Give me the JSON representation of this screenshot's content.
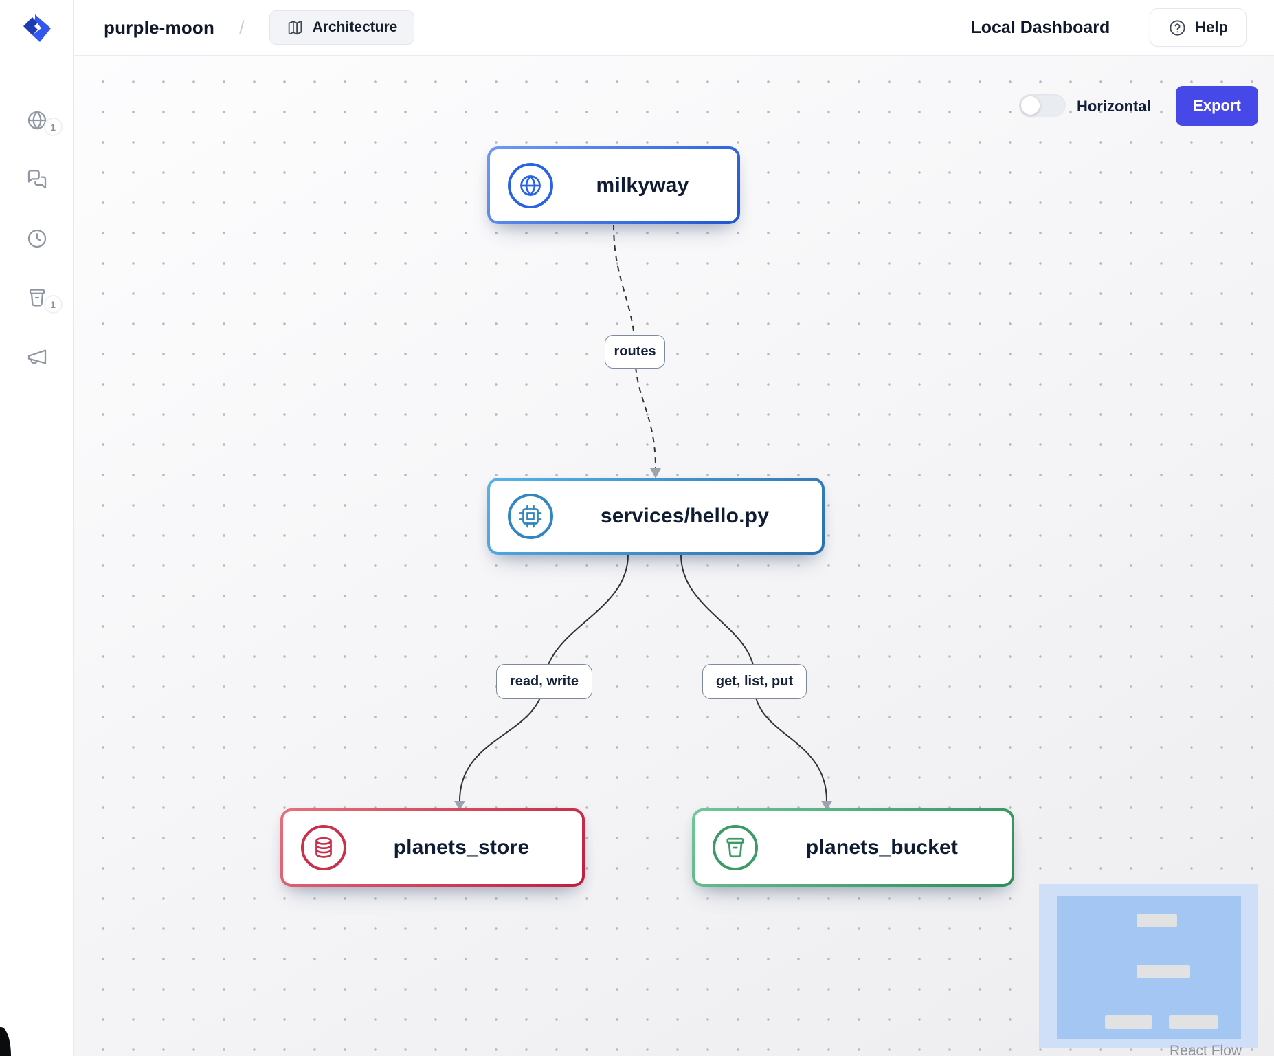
{
  "header": {
    "project_name": "purple-moon",
    "separator": "/",
    "architecture_label": "Architecture",
    "dashboard_title": "Local Dashboard",
    "help_label": "Help"
  },
  "sidebar": {
    "items": [
      {
        "icon": "globe-icon",
        "badge": "1"
      },
      {
        "icon": "chat-icon",
        "badge": ""
      },
      {
        "icon": "clock-icon",
        "badge": ""
      },
      {
        "icon": "bucket-icon",
        "badge": "1"
      },
      {
        "icon": "megaphone-icon",
        "badge": ""
      }
    ]
  },
  "controls": {
    "horizontal_label": "Horizontal",
    "toggle_state": "off",
    "export_label": "Export",
    "export_color": "#4649e8"
  },
  "diagram": {
    "nodes": [
      {
        "label": "milkyway",
        "icon": "globe-icon",
        "gradient": "linear-gradient(135deg,#6d9bf5,#1f55d4)",
        "icon_color": "#2a62e6"
      },
      {
        "label": "services/hello.py",
        "icon": "cpu-icon",
        "gradient": "linear-gradient(135deg,#55b3e9,#2b6fae)",
        "icon_color": "#2f86c0"
      },
      {
        "label": "planets_store",
        "icon": "database-icon",
        "gradient": "linear-gradient(135deg,#e8707f,#bf1e3e)",
        "icon_color": "#c9304b"
      },
      {
        "label": "planets_bucket",
        "icon": "bucket-icon",
        "gradient": "linear-gradient(135deg,#72c697,#2c8d56)",
        "icon_color": "#3b9b66"
      }
    ],
    "edges": [
      {
        "from": "milkyway",
        "to": "services/hello.py",
        "label": "routes",
        "style": "dashed"
      },
      {
        "from": "services/hello.py",
        "to": "planets_store",
        "label": "read, write",
        "style": "solid"
      },
      {
        "from": "services/hello.py",
        "to": "planets_bucket",
        "label": "get, list, put",
        "style": "solid"
      }
    ]
  },
  "minimap": {
    "attribution": "React Flow",
    "mask_color": "#cfdff7",
    "viewport_color": "#a4c6f2"
  }
}
